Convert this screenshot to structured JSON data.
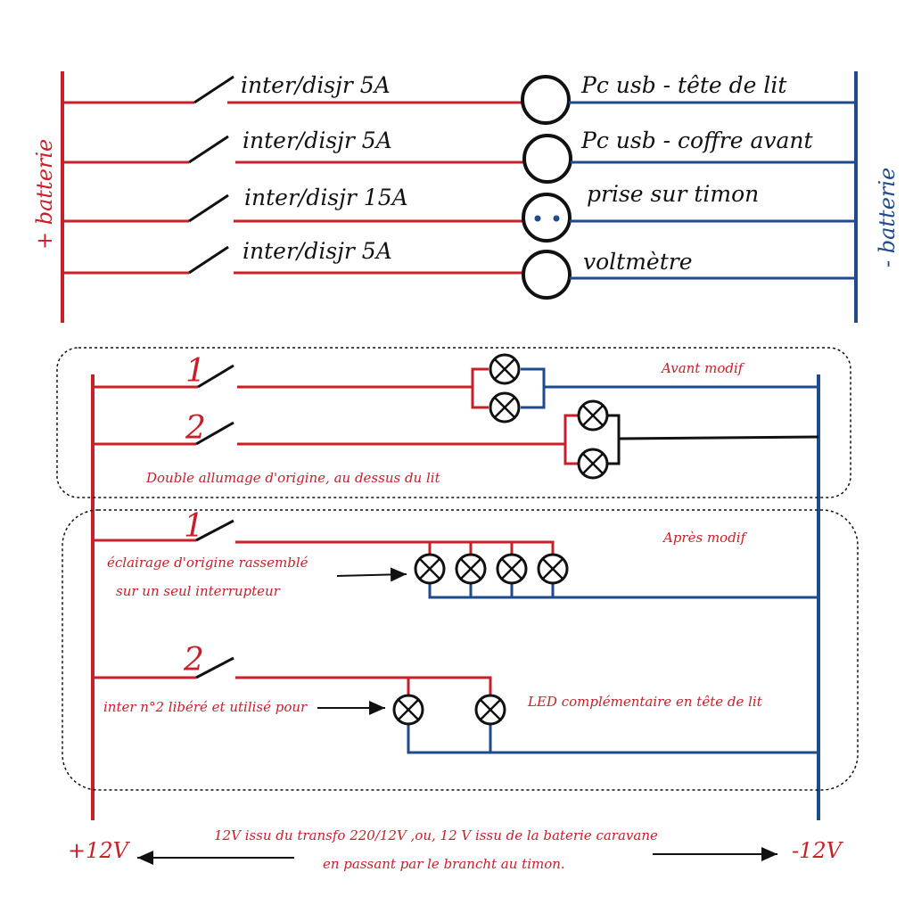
{
  "colors": {
    "positive": "#c8202a",
    "negative": "#1f4a8c",
    "ink": "#111111"
  },
  "top": {
    "left_bus_label": "+ batterie",
    "right_bus_label": "- batterie",
    "rows": [
      {
        "switch_label": "inter/disjr 5A",
        "load_label": "Pc usb - tête de lit",
        "load_icon": "circle"
      },
      {
        "switch_label": "inter/disjr 5A",
        "load_label": "Pc usb - coffre avant",
        "load_icon": "circle"
      },
      {
        "switch_label": "inter/disjr 15A",
        "load_label": "prise sur timon",
        "load_icon": "socket"
      },
      {
        "switch_label": "inter/disjr 5A",
        "load_label": "voltmètre",
        "load_icon": "circle"
      }
    ]
  },
  "before": {
    "title": "Avant modif",
    "caption": "Double allumage d'origine, au dessus du lit",
    "switch_1": "1",
    "switch_2": "2"
  },
  "after": {
    "title": "Après modif",
    "switch_1": "1",
    "switch_2": "2",
    "note_1_line1": "éclairage d'origine rassemblé",
    "note_1_line2": "sur un seul interrupteur",
    "note_2": "inter n°2 libéré et utilisé pour",
    "led_label": "LED complémentaire en tête de lit"
  },
  "footer": {
    "plus_label": "+12V",
    "minus_label": "-12V",
    "line1": "12V issu du transfo 220/12V ,ou, 12 V issu de la baterie caravane",
    "line2": "en passant par le brancht au timon."
  }
}
